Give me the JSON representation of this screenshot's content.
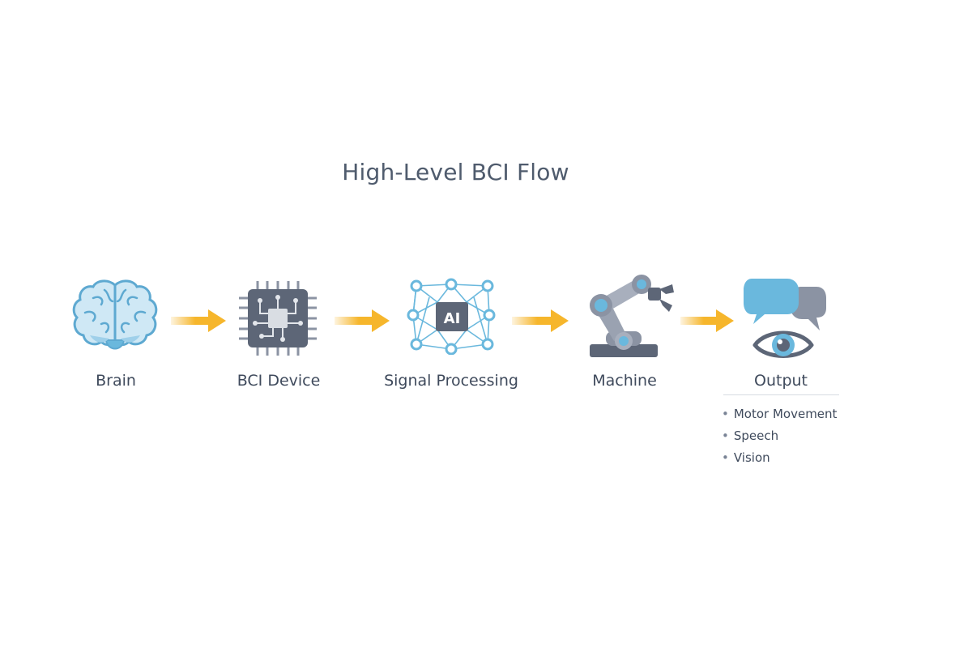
{
  "title": "High-Level BCI Flow",
  "nodes": [
    {
      "label": "Brain",
      "icon": "brain-icon"
    },
    {
      "label": "BCI Device",
      "icon": "chip-icon"
    },
    {
      "label": "Signal Processing",
      "icon": "ai-network-icon",
      "icon_text": "AI"
    },
    {
      "label": "Machine",
      "icon": "robot-arm-icon"
    },
    {
      "label": "Output",
      "icon": "speech-eye-icon"
    }
  ],
  "outputs": [
    "Motor Movement",
    "Speech",
    "Vision"
  ],
  "colors": {
    "arrow": "#f6b62c",
    "accent_blue": "#6ab8dd",
    "slate": "#5d6677",
    "text": "#3f4a5c"
  }
}
